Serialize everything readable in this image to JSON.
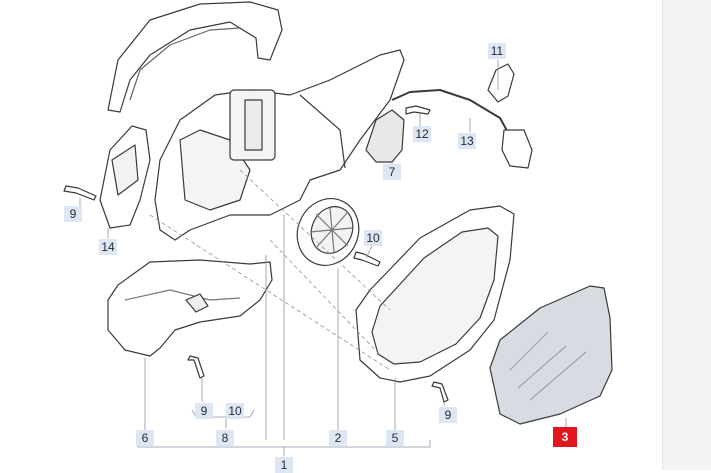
{
  "diagram": {
    "callouts": [
      {
        "id": "c1",
        "label": "1"
      },
      {
        "id": "c2",
        "label": "2"
      },
      {
        "id": "c3",
        "label": "3",
        "selected": true
      },
      {
        "id": "c5",
        "label": "5"
      },
      {
        "id": "c6",
        "label": "6"
      },
      {
        "id": "c7",
        "label": "7"
      },
      {
        "id": "c8",
        "label": "8"
      },
      {
        "id": "c9a",
        "label": "9"
      },
      {
        "id": "c9b",
        "label": "9"
      },
      {
        "id": "c9c",
        "label": "9"
      },
      {
        "id": "c10a",
        "label": "10"
      },
      {
        "id": "c10b",
        "label": "10"
      },
      {
        "id": "c11",
        "label": "11"
      },
      {
        "id": "c12",
        "label": "12"
      },
      {
        "id": "c13",
        "label": "13"
      },
      {
        "id": "c14",
        "label": "14"
      }
    ],
    "colors": {
      "line": "#3a3a3a",
      "leader": "#8a94a3",
      "callout_bg": "#dde6f2",
      "selected": "#e3151e",
      "glass": "#c9d0d6"
    }
  }
}
